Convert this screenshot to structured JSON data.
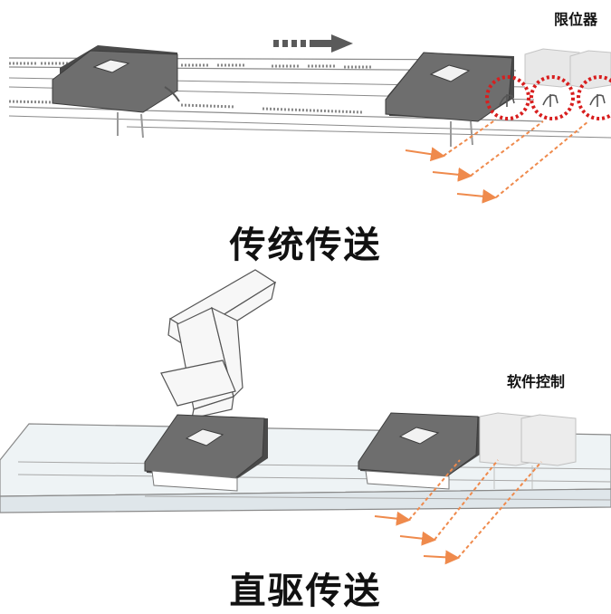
{
  "top_section": {
    "title": "传统传送",
    "limiter_label": "限位器"
  },
  "bottom_section": {
    "title": "直驱传送",
    "software_label": "软件控制"
  },
  "colors": {
    "arrow": "#ef8a4c",
    "limiter_circle": "#d81e1e",
    "carriage_top": "#6e6e6e",
    "carriage_side": "#4a4a4a",
    "rail_fill": "#eef3f5",
    "rail_line": "#8a8a8a"
  }
}
